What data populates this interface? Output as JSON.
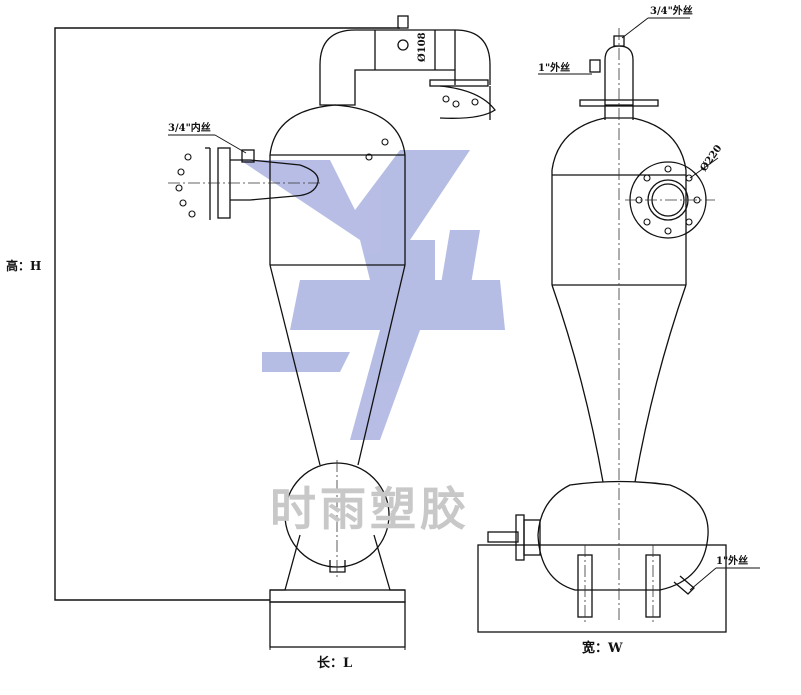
{
  "labels": {
    "height": "高：H",
    "length": "长：L",
    "width": "宽：W",
    "inlet_thread": "3/4\"内丝",
    "top_thread_front": "3/4\"外丝",
    "side_thread_front": "1\"外丝",
    "bottom_thread_front": "1\"外丝",
    "pipe_dia": "Ø108",
    "flange_dia": "Ø220"
  },
  "watermark": {
    "text": "时雨塑胶",
    "logo_color": "#aab2e0",
    "text_color": "#c8c8c8"
  },
  "colors": {
    "line": "#111111",
    "centerline": "#333333"
  }
}
